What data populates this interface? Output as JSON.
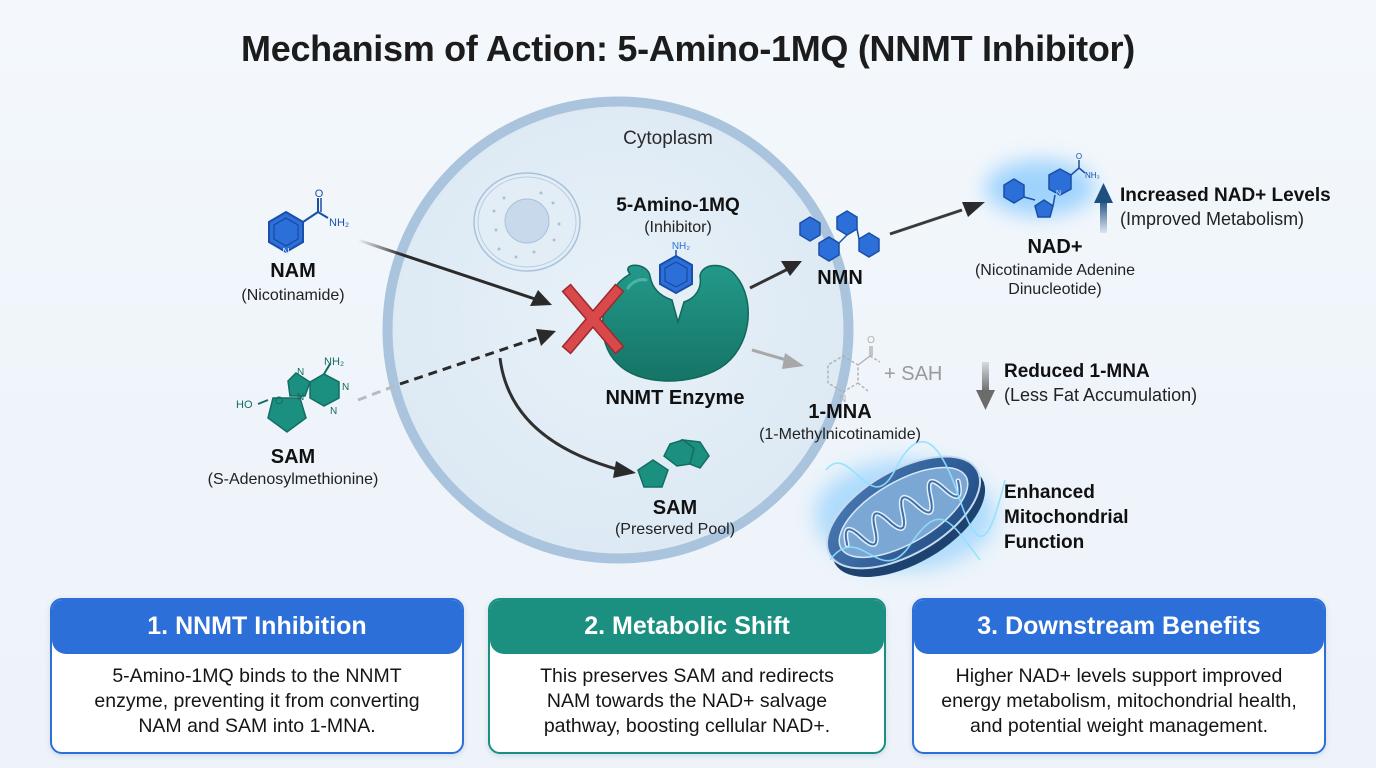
{
  "title": "Mechanism of Action: 5-Amino-1MQ (NNMT Inhibitor)",
  "colors": {
    "blue": "#2c6fd9",
    "teal": "#1b8f80",
    "inhibit_red": "#d9484a",
    "text_dark": "#1a1a1a",
    "faded_gray": "#a0a0a0",
    "cell_membrane": "#a9c4dc"
  },
  "cell": {
    "region_label": "Cytoplasm"
  },
  "molecules": {
    "nam": {
      "name": "NAM",
      "full": "(Nicotinamide)",
      "atoms": {
        "o": "O",
        "nh2": "NH₂",
        "n": "N"
      }
    },
    "sam_in": {
      "name": "SAM",
      "full": "(S-Adenosylmethionine)",
      "atoms": {
        "ho": "HO",
        "o": "O",
        "nh2": "NH₂",
        "n1": "N",
        "n2": "N",
        "n3": "N",
        "n4": "N"
      }
    },
    "inhibitor": {
      "name": "5-Amino-1MQ",
      "full": "(Inhibitor)",
      "atoms": {
        "nh2": "NH₂"
      }
    },
    "enzyme": {
      "name": "NNMT Enzyme"
    },
    "nmn": {
      "name": "NMN"
    },
    "mna": {
      "name": "1-MNA",
      "full": "(1-Methylnicotinamide)",
      "byproduct": "+ SAH",
      "atoms": {
        "o": "O",
        "n": "N"
      }
    },
    "sam_out": {
      "name": "SAM",
      "full": "(Preserved Pool)"
    },
    "nad": {
      "name": "NAD+",
      "full_line1": "(Nicotinamide Adenine",
      "full_line2": "Dinucleotide)",
      "atoms": {
        "o": "O",
        "nh3": "NH₃",
        "n": "N"
      }
    }
  },
  "effects": [
    {
      "direction": "up",
      "title": "Increased NAD+ Levels",
      "subtitle": "(Improved Metabolism)"
    },
    {
      "direction": "down",
      "title": "Reduced 1-MNA",
      "subtitle": "(Less Fat Accumulation)"
    },
    {
      "direction": "none",
      "title_lines": [
        "Enhanced",
        "Mitochondrial",
        "Function"
      ]
    }
  ],
  "cards": [
    {
      "title": "1. NNMT Inhibition",
      "color": "#2c6fd9",
      "lines": [
        "5-Amino-1MQ binds to the NNMT",
        "enzyme, preventing it from converting",
        "NAM and SAM into 1-MNA."
      ]
    },
    {
      "title": "2. Metabolic Shift",
      "color": "#1b8f80",
      "lines": [
        "This preserves SAM and redirects",
        "NAM towards the NAD+ salvage",
        "pathway, boosting cellular NAD+."
      ]
    },
    {
      "title": "3. Downstream Benefits",
      "color": "#2c6fd9",
      "lines": [
        "Higher NAD+ levels support improved",
        "energy metabolism, mitochondrial health,",
        "and potential weight management."
      ]
    }
  ]
}
